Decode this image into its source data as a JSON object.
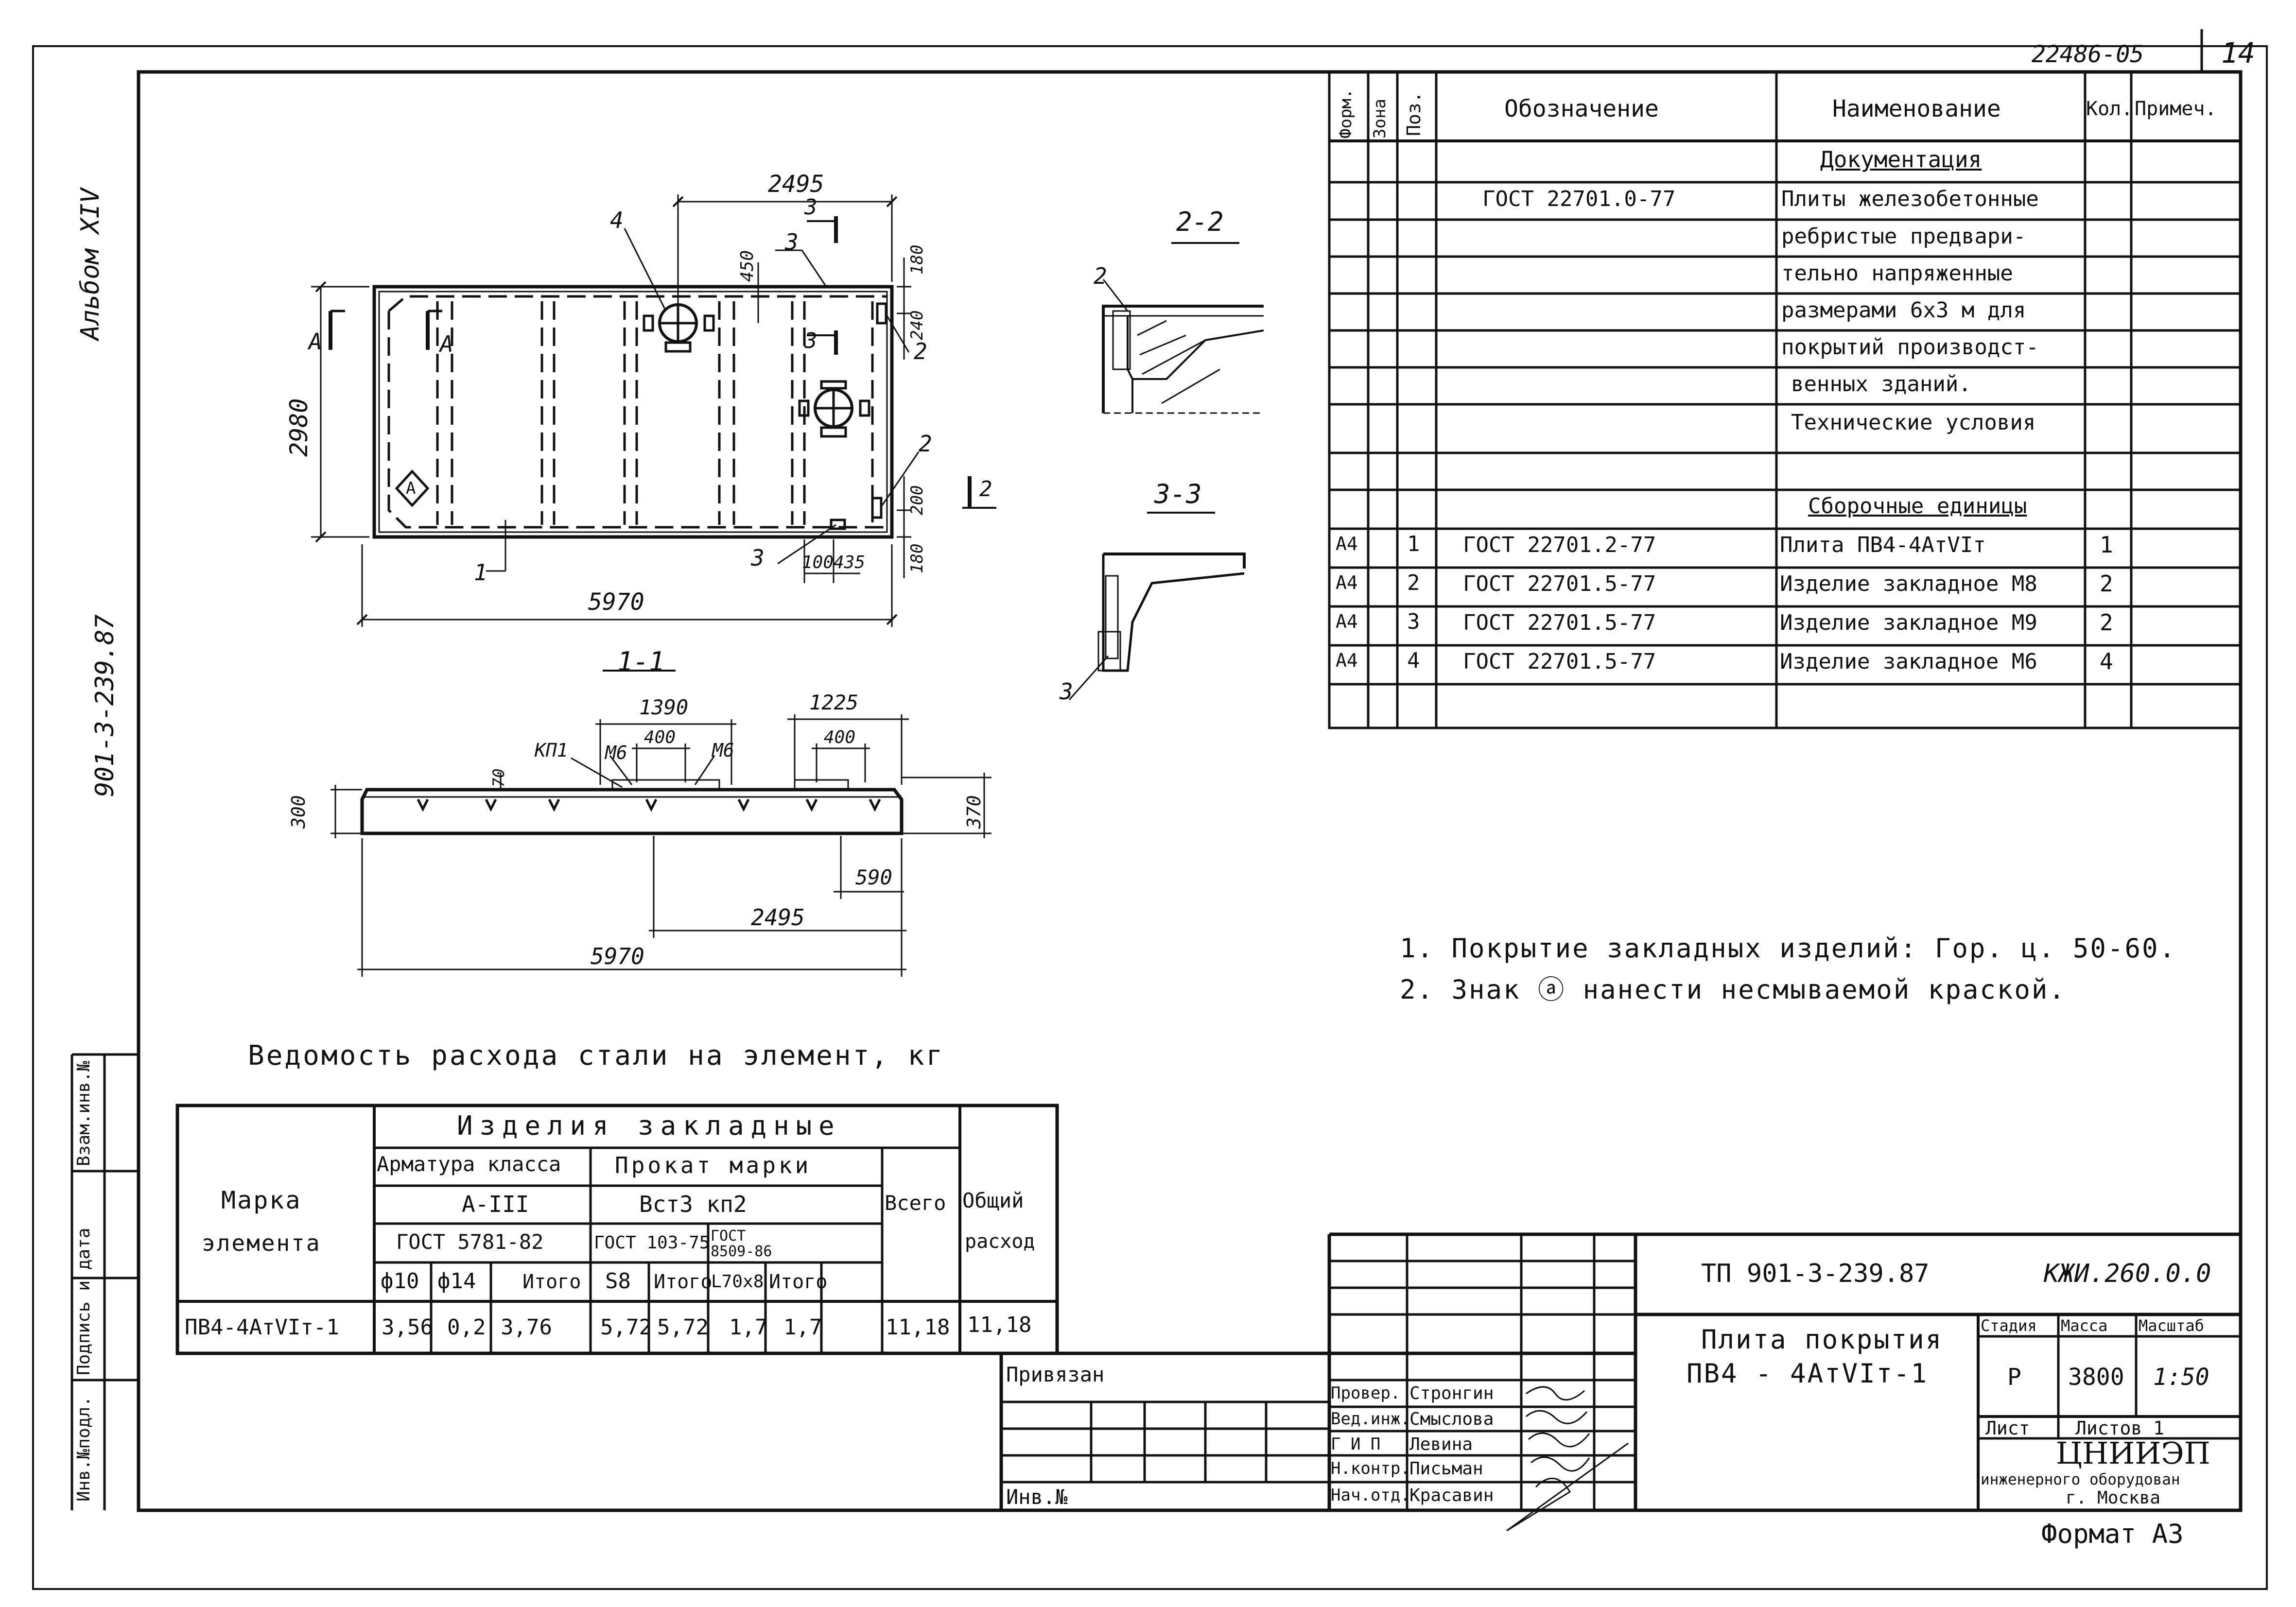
{
  "sheet": {
    "doc_number": "22486-05",
    "sheet_number": "14",
    "album": "Альбом XIV",
    "project_code_side": "901-3-239.87",
    "format": "Формат А3",
    "side_stamp": [
      "Инв.№подл.",
      "Подпись и дата",
      "Взам.инв.№"
    ]
  },
  "spec_table": {
    "headers": {
      "format": "Форм.",
      "zone": "Зона",
      "pos": "Поз.",
      "designation": "Обозначение",
      "name": "Наименование",
      "qty": "Кол.",
      "note": "Примеч."
    },
    "doc_section": "Документация",
    "doc_rows": [
      {
        "designation": "ГОСТ 22701.0-77",
        "name": "Плиты железобетонные"
      },
      {
        "designation": "",
        "name": "ребристые предвари-"
      },
      {
        "designation": "",
        "name": "тельно напряженные"
      },
      {
        "designation": "",
        "name": "размерами 6х3 м для"
      },
      {
        "designation": "",
        "name": "покрытий производст-"
      },
      {
        "designation": "",
        "name": "венных зданий."
      },
      {
        "designation": "",
        "name": "Технические условия"
      }
    ],
    "assembly_section": "Сборочные единицы",
    "assembly_rows": [
      {
        "format": "А4",
        "pos": "1",
        "designation": "ГОСТ 22701.2-77",
        "name": "Плита ПВ4-4АтVIт",
        "qty": "1"
      },
      {
        "format": "А4",
        "pos": "2",
        "designation": "ГОСТ 22701.5-77",
        "name": "Изделие закладное М8",
        "qty": "2"
      },
      {
        "format": "А4",
        "pos": "3",
        "designation": "ГОСТ 22701.5-77",
        "name": "Изделие закладное М9",
        "qty": "2"
      },
      {
        "format": "А4",
        "pos": "4",
        "designation": "ГОСТ 22701.5-77",
        "name": "Изделие закладное М6",
        "qty": "4"
      }
    ]
  },
  "plan_view": {
    "dim_top": "2495",
    "dim_height": "2980",
    "dim_width": "5970",
    "dim_450": "450",
    "dim_180a": "180",
    "dim_240": "240",
    "dim_200": "200",
    "dim_180b": "180",
    "dim_100": "100",
    "dim_435": "435",
    "cut_a": "А",
    "cut_3": "3",
    "cut_2": "2",
    "callout_1": "1",
    "callout_2": "2",
    "callout_3": "3",
    "callout_4": "4",
    "mark_a": "А"
  },
  "section_1_1": {
    "title": "1-1",
    "dim_1390": "1390",
    "dim_1225": "1225",
    "dim_400a": "400",
    "dim_400b": "400",
    "label_kp1": "КП1",
    "label_m6a": "М6",
    "label_m6b": "М6",
    "dim_70": "70",
    "dim_300": "300",
    "dim_370": "370",
    "dim_590": "590",
    "dim_2495": "2495",
    "dim_5970": "5970"
  },
  "section_2_2": {
    "title": "2-2",
    "callout": "2"
  },
  "section_3_3": {
    "title": "3-3",
    "callout": "3"
  },
  "notes": [
    "1. Покрытие закладных изделий: Гор. ц. 50-60.",
    "2. Знак ⓐ нанести несмываемой краской."
  ],
  "steel_table": {
    "title": "Ведомость расхода стали на элемент, кг",
    "h_mark": [
      "Марка",
      "элемента"
    ],
    "h_items": "Изделия закладные",
    "h_rebar": "Арматура класса",
    "h_rebar_class": "А-III",
    "h_rebar_gost": "ГОСТ 5781-82",
    "h_rolled": "Прокат марки",
    "h_rolled_grade": "Вст3 кп2",
    "h_rolled_gost1": "ГОСТ 103-75",
    "h_rolled_gost2": "ГОСТ 8509-86",
    "h_total": "Всего",
    "h_overall": [
      "Общий",
      "расход"
    ],
    "h_cols": [
      "ф10",
      "ф14",
      "Итого",
      "S8",
      "Итого",
      "L70х8",
      "Итого"
    ],
    "row": {
      "mark": "ПВ4-4АтVIт-1",
      "values": [
        "3,56",
        "0,2",
        "3,76",
        "5,72",
        "5,72",
        "1,7",
        "1,7",
        "11,18",
        "11,18"
      ]
    }
  },
  "title_block": {
    "project": "ТП 901-3-239.87",
    "code": "КЖИ.260.0.0",
    "privyazan": "Привязан",
    "inv": "Инв.№",
    "roles": [
      {
        "role": "Провер.",
        "name": "Стронгин"
      },
      {
        "role": "Вед.инж.",
        "name": "Смыслова"
      },
      {
        "role": "Г И П",
        "name": "Левина"
      },
      {
        "role": "Н.контр.",
        "name": "Письман"
      },
      {
        "role": "Нач.отд.",
        "name": "Красавин"
      }
    ],
    "item_title": [
      "Плита покрытия",
      "ПВ4 - 4АтVIт-1"
    ],
    "stage_label": "Стадия",
    "mass_label": "Масса",
    "scale_label": "Масштаб",
    "stage": "Р",
    "mass": "3800",
    "scale": "1:50",
    "sheet_label": "Лист",
    "sheets_label": "Листов 1",
    "org": [
      "ЦНИИЭП",
      "инженерного оборудован",
      "г. Москва"
    ]
  }
}
